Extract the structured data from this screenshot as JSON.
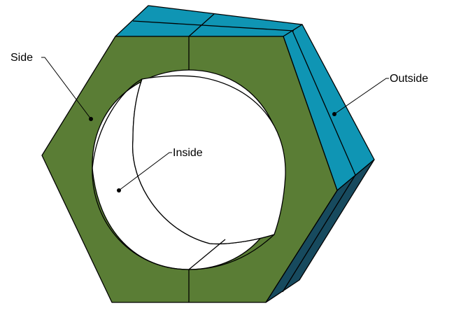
{
  "labels": {
    "side": "Side",
    "outside": "Outside",
    "inside": "Inside"
  },
  "colors": {
    "side_face": "#5a7d35",
    "outside_face": "#0f95b4",
    "inside_face": "#1b4e68",
    "edges": "#000000"
  }
}
